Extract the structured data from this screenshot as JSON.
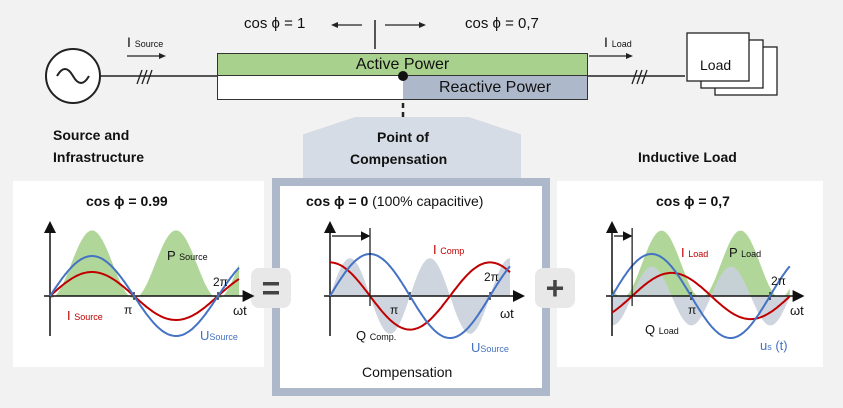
{
  "top": {
    "cos1_label": "cos ϕ = 1",
    "cos07_label": "cos ϕ = 0,7",
    "i_source": "I",
    "i_source_sub": "Source",
    "i_load": "I",
    "i_load_sub": "Load",
    "active_power": "Active Power",
    "reactive_power": "Reactive Power",
    "load_box": "Load"
  },
  "labels": {
    "source_infra_1": "Source and",
    "source_infra_2": "Infrastructure",
    "poc_1": "Point of",
    "poc_2": "Compensation",
    "inductive_load": "Inductive Load"
  },
  "operators": {
    "equals": "=",
    "plus": "+"
  },
  "panels": {
    "left": {
      "title": "cos ϕ = 0.99",
      "p": "P",
      "p_sub": "Source",
      "i": "I",
      "i_sub": "Source",
      "u": "U",
      "u_sub": "Source",
      "pi": "π",
      "twopi": "2π",
      "wt": "ωt"
    },
    "middle": {
      "title_bold": "cos ϕ = 0",
      "title_rest": " (100% capacitive)",
      "i": "I",
      "i_sub": "Comp",
      "q": "Q",
      "q_sub": "Comp.",
      "u": "U",
      "u_sub": "Source",
      "pi": "π",
      "twopi": "2π",
      "wt": "ωt",
      "caption": "Compensation"
    },
    "right": {
      "title": "cos ϕ = 0,7",
      "i": "I",
      "i_sub": "Load",
      "p": "P",
      "p_sub": "Load",
      "q": "Q",
      "q_sub": "Load",
      "u": "u",
      "u_sub": "s",
      "u_rest": " (t)",
      "pi": "π",
      "twopi": "2π",
      "wt": "ωt"
    }
  },
  "colors": {
    "active_green": "#a9d18e",
    "reactive_blue": "#adb9ca",
    "fill_green": "#a9d18e",
    "fill_gray": "#c9d0dc",
    "curve_blue": "#4472c4",
    "curve_red": "#c00000",
    "poc_bg": "#d6dce5",
    "mid_border": "#adb9ca"
  }
}
